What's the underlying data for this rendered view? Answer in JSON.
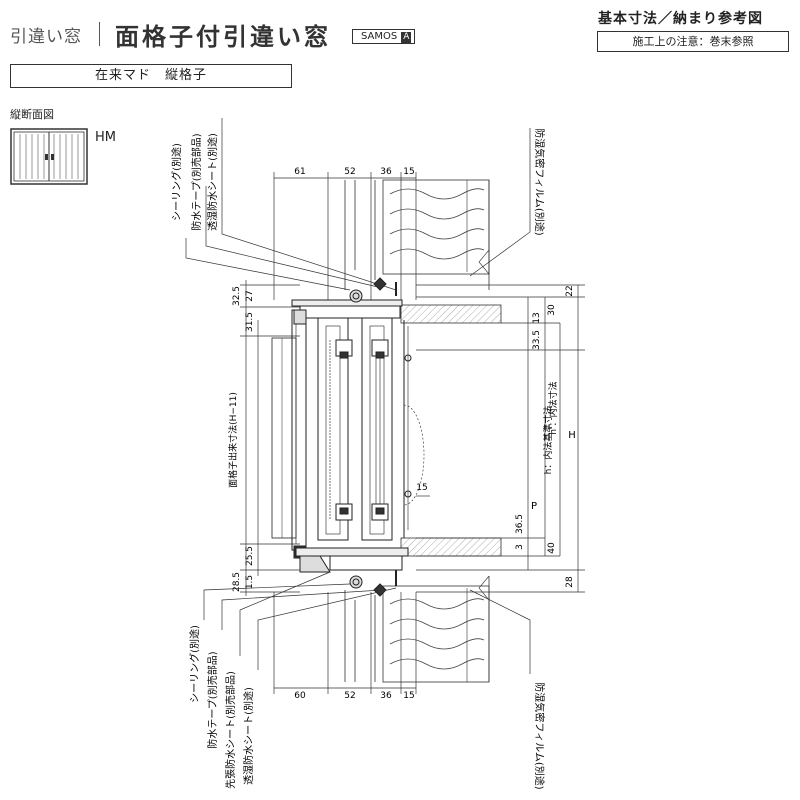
{
  "header": {
    "category": "引違い窓",
    "title": "面格子付引違い窓",
    "brand": "SAMOS",
    "brand_badge": "A",
    "ref_title": "基本寸法／納まり参考図",
    "note": "施工上の注意：巻末参照"
  },
  "type_box": "在来マド　縦格子",
  "section_label": "縦断面図",
  "thumbnail_label": "HM",
  "dimensions": {
    "top": [
      "61",
      "52",
      "36",
      "15"
    ],
    "bottom": [
      "60",
      "52",
      "36",
      "15"
    ],
    "left_upper": [
      "32.5",
      "27",
      "31.5"
    ],
    "left_lower": [
      "25.5",
      "28.5",
      "1.5"
    ],
    "right": [
      "22",
      "30",
      "13",
      "33.5",
      "36.5",
      "3",
      "40",
      "28"
    ],
    "mid": "15",
    "grille": "面格子出来寸法(H−11)",
    "inner_h": "h：内法基準寸法",
    "inner_h2": "h'：内法寸法",
    "p": "P",
    "H": "H"
  },
  "callouts_top": [
    "シーリング(別途)",
    "防水テープ(別売部品)",
    "透湿防水シート(別途)"
  ],
  "callouts_right": [
    "防湿気密フィルム(別途)"
  ],
  "callouts_bottom": [
    "シーリング(別途)",
    "防水テープ(別売部品)",
    "先張防水シート(別売部品)",
    "透湿防水シート(別途)"
  ],
  "callouts_bottom_right": [
    "防湿気密フィルム(別途)"
  ]
}
